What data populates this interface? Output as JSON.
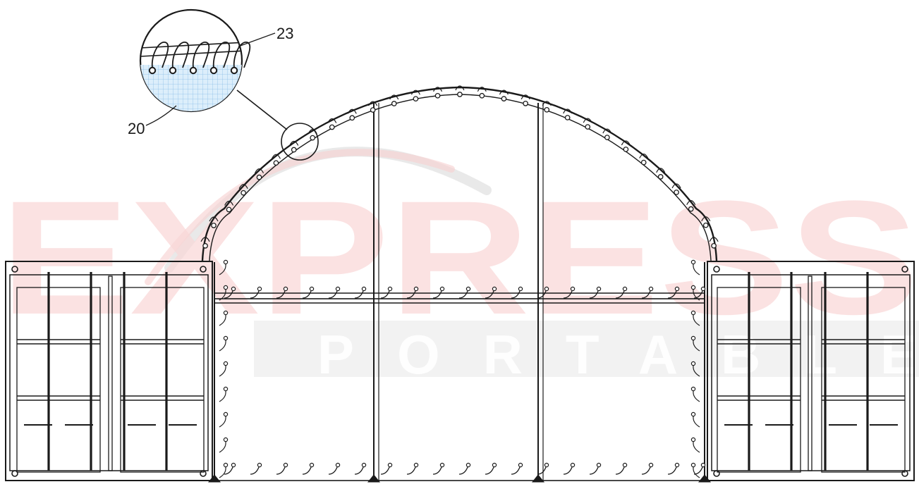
{
  "labels": {
    "callout_top": "23",
    "callout_left": "20"
  },
  "watermark": {
    "word_main": "EXPRESS",
    "word_sub": "PORTABLE"
  },
  "colors": {
    "line": "#1a1a1a",
    "mesh": "#7fb7e6",
    "mesh_fill": "#dceefb",
    "watermark_red": "#f2b8b8",
    "watermark_gray": "#dcdcdc"
  }
}
